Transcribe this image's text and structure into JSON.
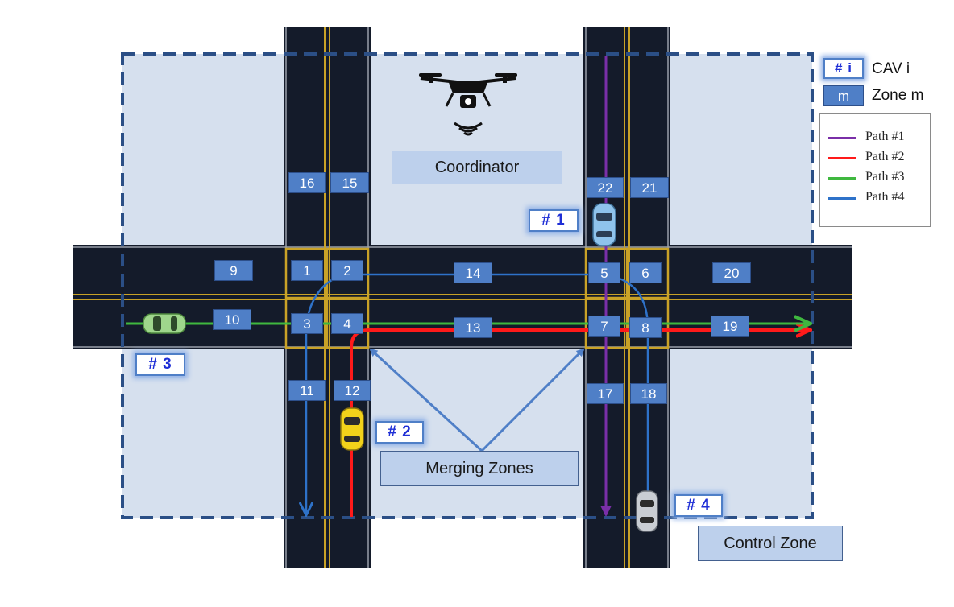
{
  "coordinator_label": "Coordinator",
  "merging_zones_label": "Merging Zones",
  "control_zone_label": "Control Zone",
  "zones": [
    {
      "id": "1",
      "label": "1"
    },
    {
      "id": "2",
      "label": "2"
    },
    {
      "id": "3",
      "label": "3"
    },
    {
      "id": "4",
      "label": "4"
    },
    {
      "id": "5",
      "label": "5"
    },
    {
      "id": "6",
      "label": "6"
    },
    {
      "id": "7",
      "label": "7"
    },
    {
      "id": "8",
      "label": "8"
    },
    {
      "id": "9",
      "label": "9"
    },
    {
      "id": "10",
      "label": "10"
    },
    {
      "id": "11",
      "label": "11"
    },
    {
      "id": "12",
      "label": "12"
    },
    {
      "id": "13",
      "label": "13"
    },
    {
      "id": "14",
      "label": "14"
    },
    {
      "id": "15",
      "label": "15"
    },
    {
      "id": "16",
      "label": "16"
    },
    {
      "id": "17",
      "label": "17"
    },
    {
      "id": "18",
      "label": "18"
    },
    {
      "id": "19",
      "label": "19"
    },
    {
      "id": "20",
      "label": "20"
    },
    {
      "id": "21",
      "label": "21"
    },
    {
      "id": "22",
      "label": "22"
    }
  ],
  "cavs": [
    {
      "id": "1",
      "tag": "# 1",
      "color": "#8fc3ec"
    },
    {
      "id": "2",
      "tag": "# 2",
      "color": "#f2d21a"
    },
    {
      "id": "3",
      "tag": "# 3",
      "color": "#9fd68c"
    },
    {
      "id": "4",
      "tag": "# 4",
      "color": "#c9cdd3"
    }
  ],
  "legend": {
    "cav_key_tag": "# i",
    "cav_key_text": "CAV   i",
    "zone_key_tag": "m",
    "zone_key_text": "Zone m",
    "paths": [
      {
        "name": "Path #1",
        "color": "#7a2fa8"
      },
      {
        "name": "Path #2",
        "color": "#ff1a1a"
      },
      {
        "name": "Path #3",
        "color": "#3fb83f"
      },
      {
        "name": "Path #4",
        "color": "#2e72c9"
      }
    ]
  },
  "colors": {
    "road": "#141b2a",
    "lane_line": "#c9a227",
    "control_zone_fill": "#d6e0ee",
    "control_zone_border": "#2b4f86",
    "zone_box": "#4f7fc7",
    "arrow": "#4f7fc7"
  }
}
